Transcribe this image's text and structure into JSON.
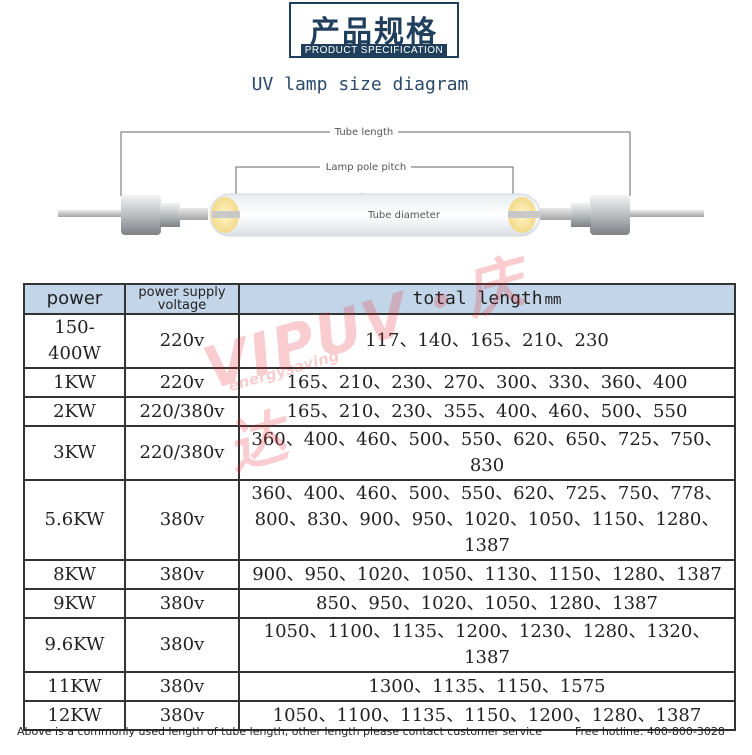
{
  "header": {
    "title_cn": "产品规格",
    "title_en": "PRODUCT SPECIFICATION"
  },
  "diagram": {
    "title": "UV lamp size diagram",
    "label_tube_length": "Tube length",
    "label_pole_pitch": "Lamp pole pitch",
    "label_tube_diameter": "Tube diameter"
  },
  "watermark": {
    "text": "VIPUV・庆达",
    "sub": "energysaving",
    "color": "#e8222a"
  },
  "table": {
    "headers": {
      "power": "power",
      "voltage": "power supply voltage",
      "length": "total length",
      "length_unit": "mm"
    },
    "header_bg": "#c3d5e9",
    "rows": [
      {
        "power": "150-400W",
        "voltage": "220v",
        "lengths": "117、140、165、210、230"
      },
      {
        "power": "1KW",
        "voltage": "220v",
        "lengths": "165、210、230、270、300、330、360、400"
      },
      {
        "power": "2KW",
        "voltage": "220/380v",
        "lengths": "165、210、230、355、400、460、500、550"
      },
      {
        "power": "3KW",
        "voltage": "220/380v",
        "lengths": "360、400、460、500、550、620、650、725、750、830"
      },
      {
        "power": "5.6KW",
        "voltage": "380v",
        "lengths": "360、400、460、500、550、620、725、750、778、800、830、900、950、1020、1050、1150、1280、1387"
      },
      {
        "power": "8KW",
        "voltage": "380v",
        "lengths": "900、950、1020、1050、1130、1150、1280、1387"
      },
      {
        "power": "9KW",
        "voltage": "380v",
        "lengths": "850、950、1020、1050、1280、1387"
      },
      {
        "power": "9.6KW",
        "voltage": "380v",
        "lengths": "1050、1100、1135、1200、1230、1280、1320、1387"
      },
      {
        "power": "11KW",
        "voltage": "380v",
        "lengths": "1300、1135、1150、1575"
      },
      {
        "power": "12KW",
        "voltage": "380v",
        "lengths": "1050、1100、1135、1150、1200、1280、1387"
      }
    ]
  },
  "footer": {
    "note": "Above is a commonly used length of tube length, other length please contact customer service",
    "hotline": "Free hotline: 400-800-3028"
  }
}
